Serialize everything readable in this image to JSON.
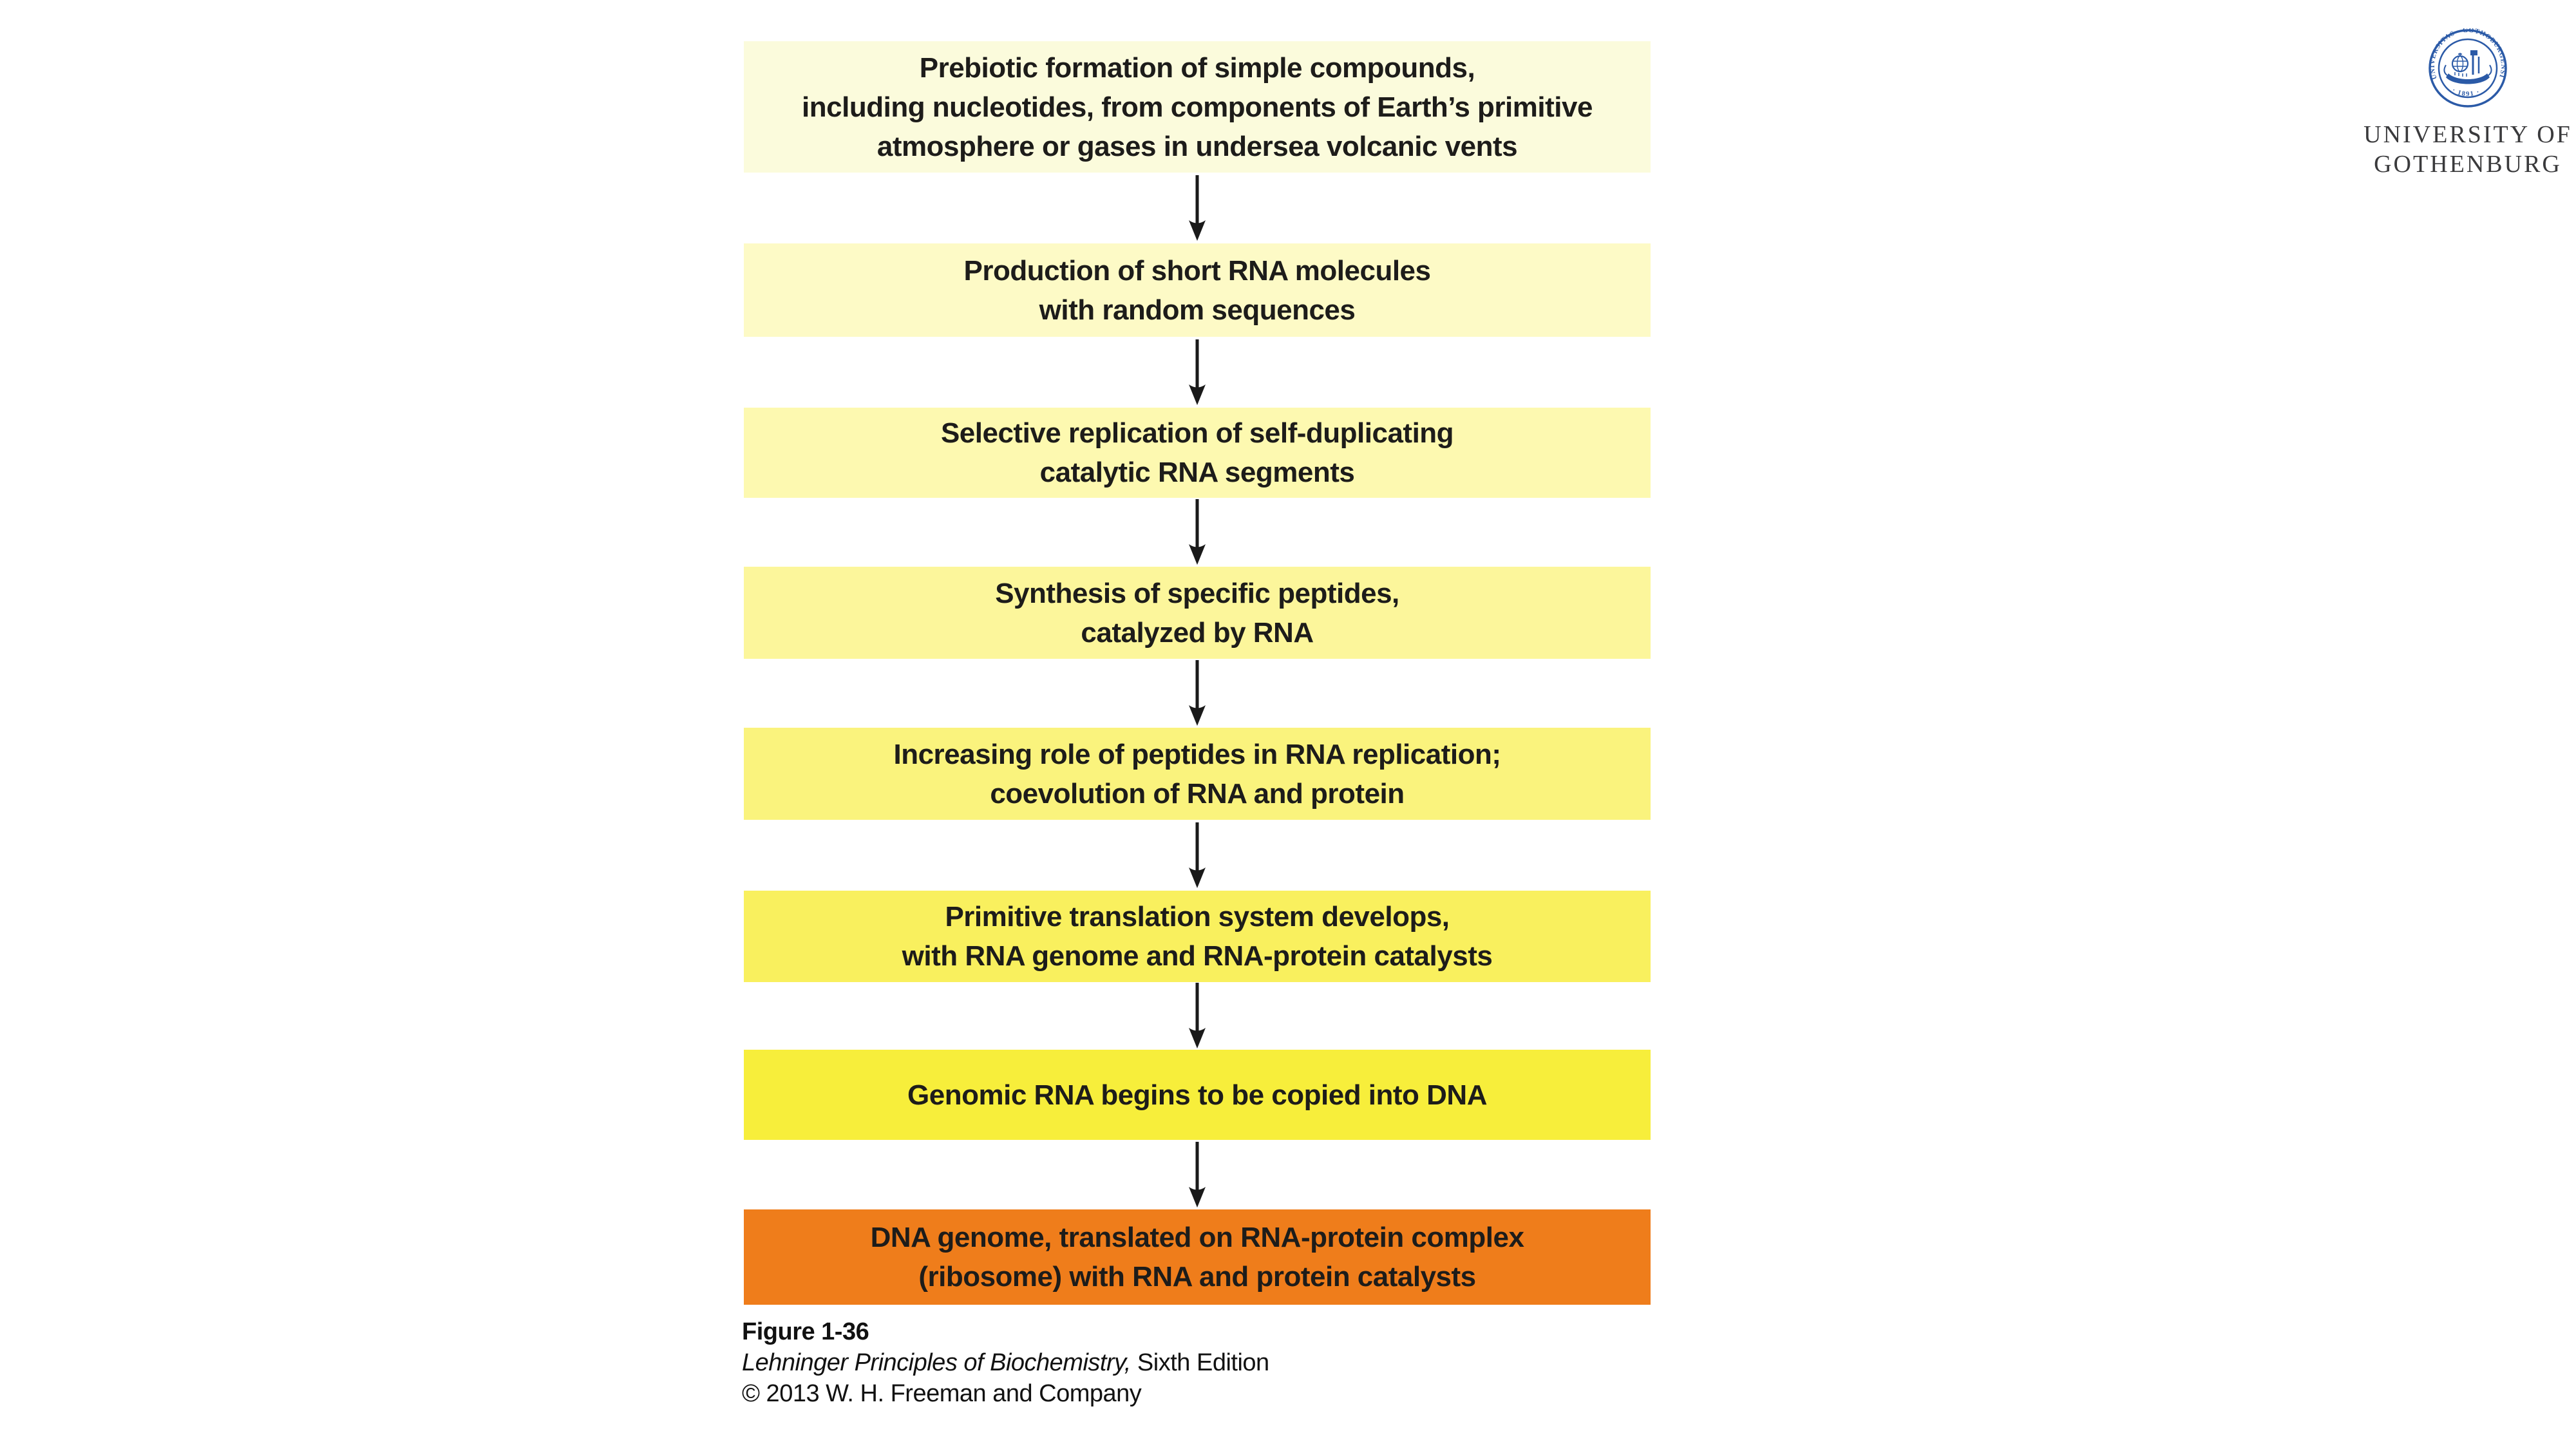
{
  "slide": {
    "background": "#ffffff"
  },
  "flowchart": {
    "text_color": "#1d1c1a",
    "arrow_color": "#1a1a1a",
    "boxes": [
      {
        "label": "Prebiotic formation of simple compounds,\nincluding nucleotides, from components of Earth’s primitive\natmosphere or gases in undersea volcanic vents",
        "color": "#FBFBDC"
      },
      {
        "label": "Production of short RNA molecules\nwith random sequences",
        "color": "#FDFAC6"
      },
      {
        "label": "Selective replication of self-duplicating\ncatalytic RNA segments",
        "color": "#FDF9B0"
      },
      {
        "label": "Synthesis of specific peptides,\ncatalyzed by RNA",
        "color": "#FCF69B"
      },
      {
        "label": "Increasing role of peptides in RNA replication;\ncoevolution of RNA and protein",
        "color": "#FAF37D"
      },
      {
        "label": "Primitive translation system develops,\nwith RNA genome and RNA-protein catalysts",
        "color": "#F9F05E"
      },
      {
        "label": "Genomic RNA begins to be copied into DNA",
        "color": "#F7EE3B"
      },
      {
        "label": "DNA genome, translated on RNA-protein complex\n(ribosome) with RNA and protein catalysts",
        "color": "#EF7D1B"
      }
    ]
  },
  "caption": {
    "figure_label": "Figure 1-36",
    "book_title_italic": "Lehninger Principles of Biochemistry,",
    "edition": " Sixth Edition",
    "copyright": "© 2013 W. H. Freeman and Company"
  },
  "logo": {
    "seal_ring_text": "UNIVERSITAS · GOTHOBURGENSIS",
    "seal_year_text": "· 1891 ·",
    "name_line1": "UNIVERSITY OF",
    "name_line2": "GOTHENBURG",
    "seal_color": "#2B5AA7",
    "name_color": "#3a3a3c"
  }
}
